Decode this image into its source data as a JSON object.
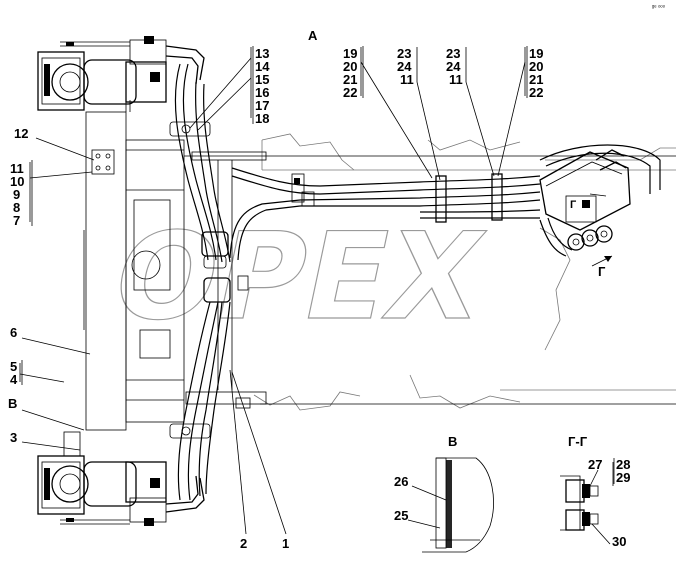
{
  "corner_mark": "ᵍᵉ ᵒᵒᵒ",
  "watermark": "OPEX",
  "view_labels": {
    "view_a": "A",
    "view_b": "B",
    "section_g": "Г-Г",
    "arrow_g": "Г",
    "small_g": "Г"
  },
  "callouts": {
    "c13": "13",
    "c14": "14",
    "c15": "15",
    "c16": "16",
    "c17": "17",
    "c18": "18",
    "c19a": "19",
    "c20a": "20",
    "c21a": "21",
    "c22a": "22",
    "c23a": "23",
    "c24a": "24",
    "c11a": "11",
    "c23b": "23",
    "c24b": "24",
    "c11b": "11",
    "c19b": "19",
    "c20b": "20",
    "c21b": "21",
    "c22b": "22",
    "c12": "12",
    "c11c": "11",
    "c10": "10",
    "c9": "9",
    "c8": "8",
    "c7": "7",
    "c6": "6",
    "c5": "5",
    "c4": "4",
    "cB": "B",
    "c3": "3",
    "c2": "2",
    "c1": "1",
    "c26": "26",
    "c25": "25",
    "c27": "27",
    "c28": "28",
    "c29": "29",
    "c30": "30"
  }
}
